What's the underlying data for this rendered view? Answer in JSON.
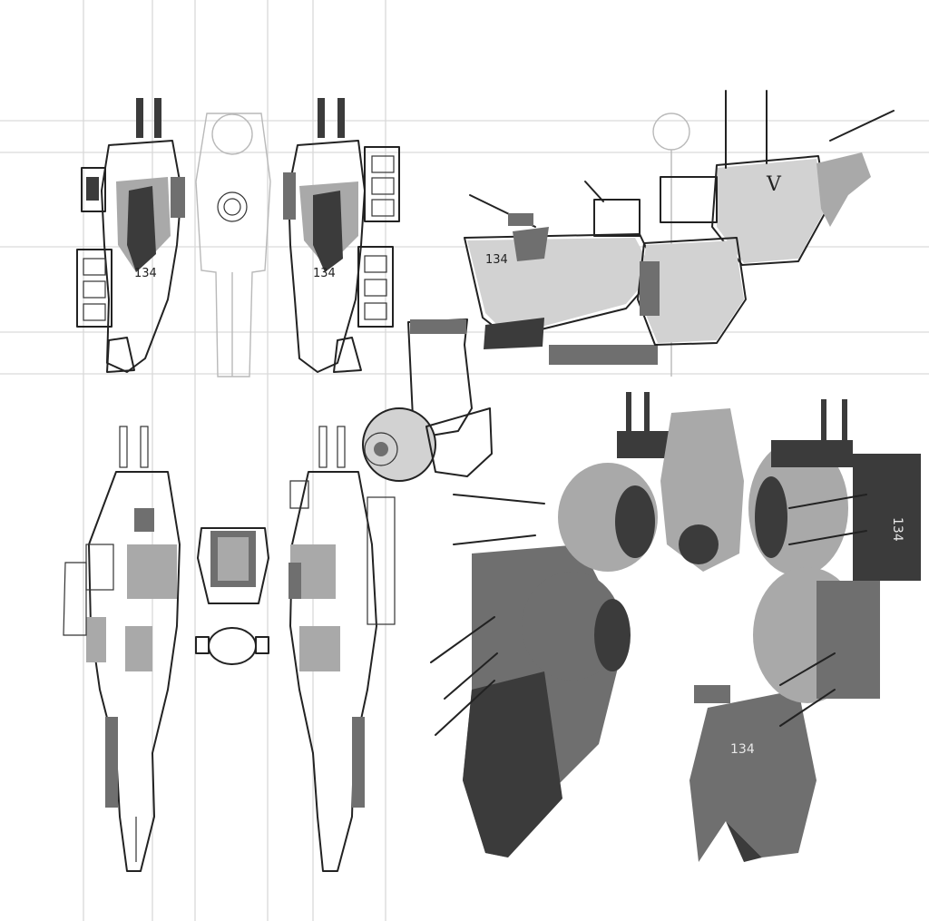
{
  "sheet": {
    "hull_number": "134",
    "hull_number_small": "134",
    "emblem_letter": "V",
    "colors": {
      "paper": "#ffffff",
      "guide_lines": "#d9d9d9",
      "ink": "#222222",
      "shade_light": "#d2d2d2",
      "shade_mid": "#a9a9a9",
      "shade_dark": "#3b3b3b"
    }
  },
  "figures": [
    {
      "icon": "mech-front-view-sketch-icon"
    },
    {
      "icon": "human-scale-reference-figure-icon"
    },
    {
      "icon": "mech-back-view-sketch-icon"
    },
    {
      "icon": "mech-side-view-sketch-icon"
    },
    {
      "icon": "mech-top-view-sketch-icon"
    },
    {
      "icon": "backpack-detail-sketch-icon"
    },
    {
      "icon": "mech-bottom-view-sketch-icon"
    },
    {
      "icon": "leg-detail-sketch-icon"
    },
    {
      "icon": "battleship-mech-render-side-icon"
    },
    {
      "icon": "battleship-mech-render-front-icon"
    }
  ]
}
